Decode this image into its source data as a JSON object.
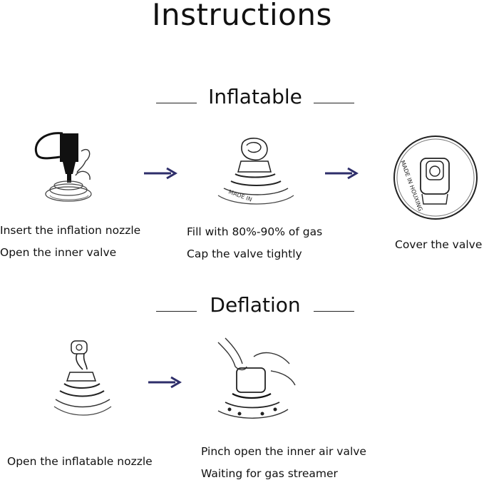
{
  "title": "Instructions",
  "inflatable": {
    "heading": "Inflatable",
    "steps": [
      {
        "line1": "Insert the inflation nozzle",
        "line2": "Open the inner valve"
      },
      {
        "line1": "Fill with 80%-90% of gas",
        "line2": "Cap the valve tightly"
      },
      {
        "line1": "Cover the valve"
      }
    ],
    "stamp_text": "MADE IN HOUXING"
  },
  "deflation": {
    "heading": "Deflation",
    "steps": [
      {
        "line1": "Open the inflatable nozzle"
      },
      {
        "line1": "Pinch open the inner air valve",
        "line2": "Waiting for gas streamer"
      }
    ]
  },
  "colors": {
    "arrow": "#2e2e6a",
    "line": "#222222"
  },
  "icons": [
    "valve-illustration",
    "arrow-right-icon"
  ]
}
